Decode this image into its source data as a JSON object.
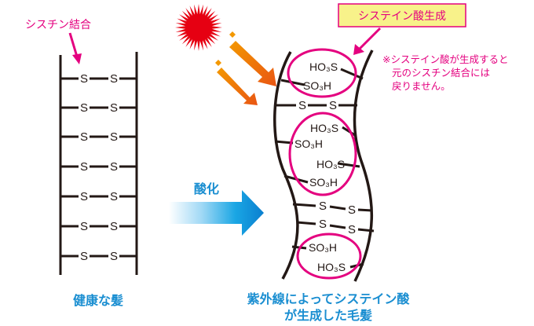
{
  "labels": {
    "cystine_bond": "シスチン結合",
    "cysteic_acid_formation": "システイン酸生成",
    "note_lines": [
      "※システイン酸が生成すると",
      "元のシスチン結合には",
      "戻りません。"
    ],
    "oxidation": "酸化",
    "healthy_hair": "健康な髪",
    "damaged_hair_lines": [
      "紫外線によってシステイン酸",
      "が生成した毛髪"
    ]
  },
  "chem": {
    "s": "S",
    "ho3s": "HO₃S",
    "so3h": "SO₃H"
  },
  "colors": {
    "accent_pink": "#e4007f",
    "label_blue": "#1a8ed1",
    "callout_fill": "#f8f28a",
    "sun_red": "#e60012",
    "uv_orange": "#ee7a00"
  }
}
